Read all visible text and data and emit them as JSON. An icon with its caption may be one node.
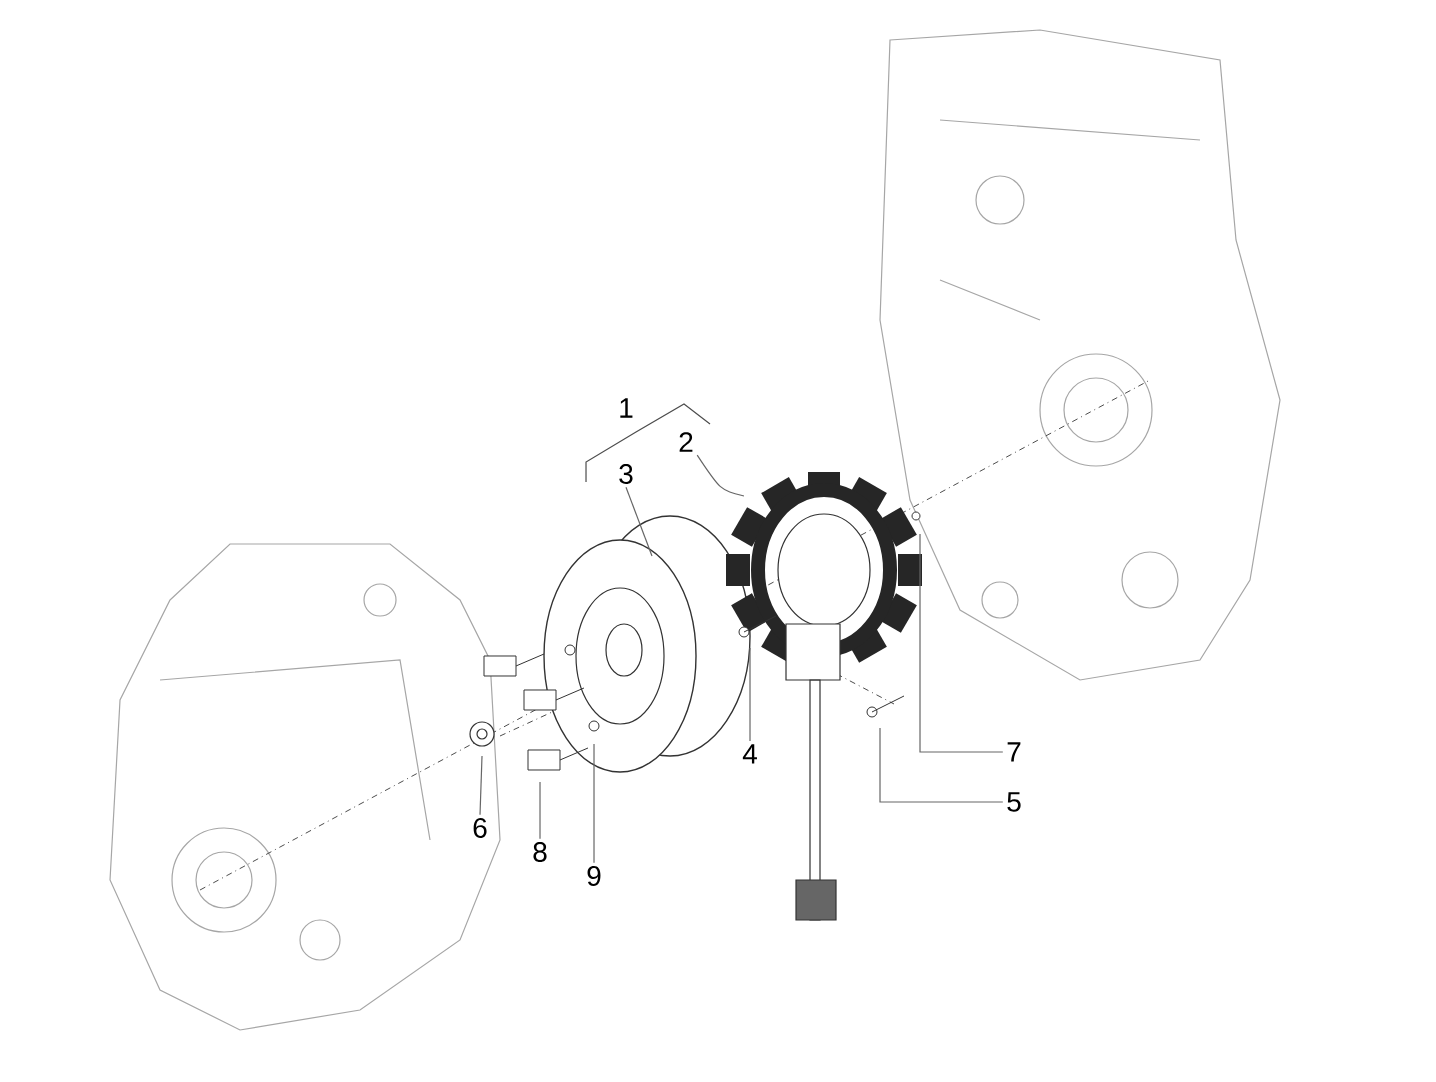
{
  "diagram": {
    "nodes": [
      {
        "text": [
          "2"
        ]
      },
      {
        "text": [
          "3"
        ]
      },
      {
        "text": [
          "4"
        ]
      },
      {
        "text": [
          "7"
        ]
      },
      {
        "text": [
          "5"
        ]
      },
      {
        "text": [
          "6"
        ]
      },
      {
        "text": [
          "8"
        ]
      },
      {
        "text": [
          "9"
        ]
      }
    ],
    "edges": [
      {
        "from": 0,
        "to": null,
        "arrow": "none"
      },
      {
        "from": 1,
        "to": null,
        "arrow": "none"
      },
      {
        "from": 2,
        "to": null,
        "arrow": "none"
      },
      {
        "from": 3,
        "to": null,
        "arrow": "none"
      },
      {
        "from": 4,
        "to": null,
        "arrow": "none"
      },
      {
        "from": 5,
        "to": null,
        "arrow": "none"
      },
      {
        "from": 6,
        "to": null,
        "arrow": "none"
      },
      {
        "from": 7,
        "to": null,
        "arrow": "none"
      }
    ],
    "labels": [
      "1"
    ]
  }
}
